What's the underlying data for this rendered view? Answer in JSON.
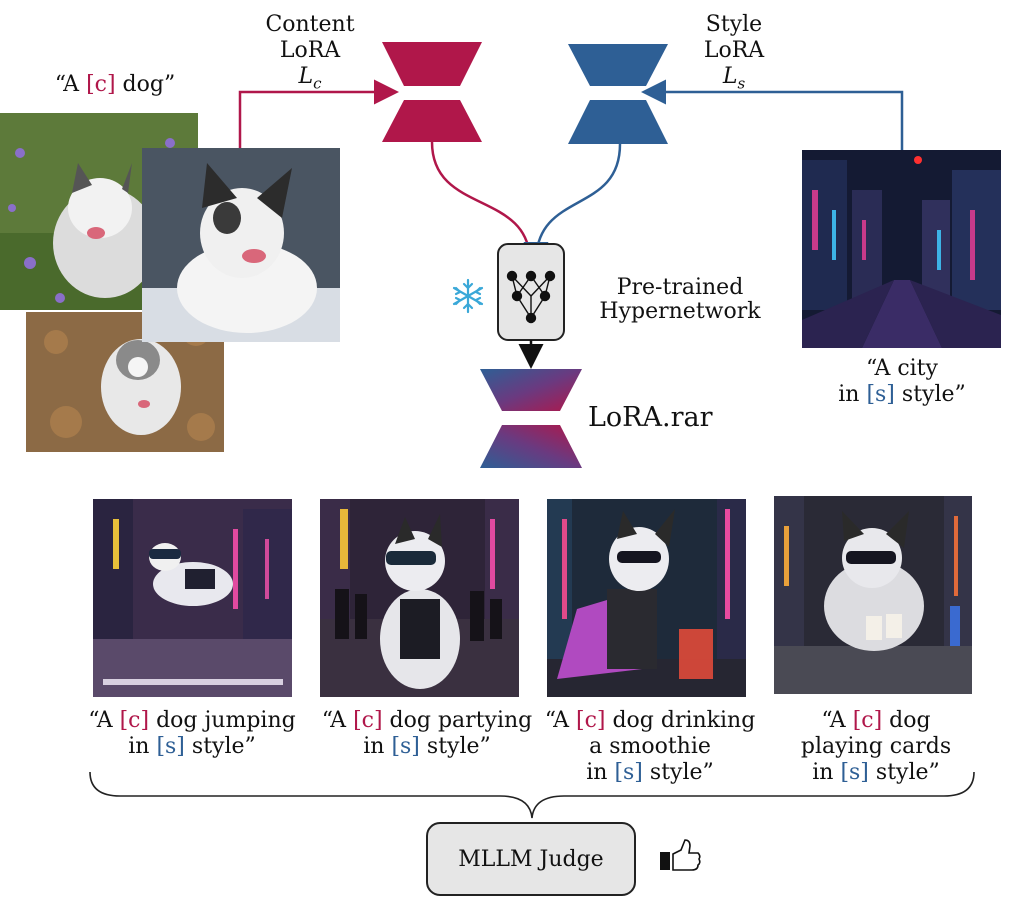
{
  "content_lora": {
    "line1": "Content",
    "line2": "LoRA",
    "symbol": "L",
    "subscript": "c"
  },
  "style_lora": {
    "line1": "Style",
    "line2": "LoRA",
    "symbol": "L",
    "subscript": "s"
  },
  "content_prompt": {
    "open": "“A ",
    "token": "[c]",
    "close": " dog”"
  },
  "style_prompt": {
    "line1": "“A city",
    "line2_pre": "in ",
    "token": "[s]",
    "line2_post": " style”"
  },
  "hypernetwork": {
    "line1": "Pre-trained",
    "line2": "Hypernetwork"
  },
  "merged_lora": "LoRA.rar",
  "outputs": [
    {
      "pre": "“A ",
      "c": "[c]",
      "mid": " dog jumping",
      "l2pre": "in ",
      "s": "[s]",
      "l2post": " style”",
      "l3pre": "",
      "l3post": ""
    },
    {
      "pre": "“A ",
      "c": "[c]",
      "mid": " dog partying",
      "l2pre": "in ",
      "s": "[s]",
      "l2post": " style”",
      "l3pre": "",
      "l3post": ""
    },
    {
      "pre": "“A ",
      "c": "[c]",
      "mid": " dog drinking",
      "l2text": "a smoothie",
      "l3pre": "in ",
      "s": "[s]",
      "l3post": " style”"
    },
    {
      "pre": "“A ",
      "c": "[c]",
      "mid": " dog",
      "l2text": "playing cards",
      "l3pre": "in ",
      "s": "[s]",
      "l3post": " style”"
    }
  ],
  "judge": "MLLM Judge",
  "colors": {
    "content": "#b0174a",
    "style": "#2e5f95",
    "freeze": "#3aa8d8"
  },
  "icons": {
    "freeze": "snowflake-icon",
    "approve": "thumbs-up-icon"
  }
}
